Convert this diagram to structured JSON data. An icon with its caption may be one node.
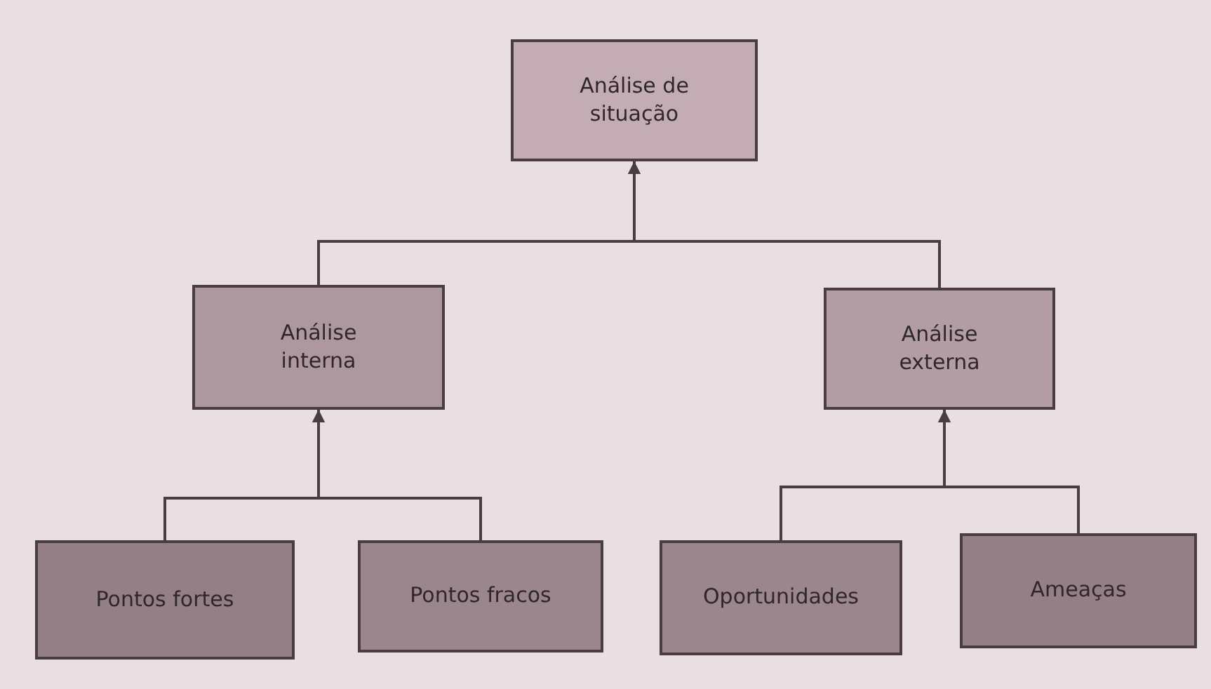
{
  "diagram": {
    "nodes": [
      {
        "text": [
          "Análise de situação"
        ]
      },
      {
        "text": [
          "Análise interna"
        ]
      },
      {
        "text": [
          "Análise externa"
        ]
      },
      {
        "text": [
          "Pontos fortes"
        ]
      },
      {
        "text": [
          "Pontos fracos"
        ]
      },
      {
        "text": [
          "Oportunidades"
        ]
      },
      {
        "text": [
          "Ameaças"
        ]
      }
    ],
    "edges": [
      {
        "from": 1,
        "to": 0,
        "arrow": "to"
      },
      {
        "from": 2,
        "to": 0,
        "arrow": "to"
      },
      {
        "from": 3,
        "to": 1,
        "arrow": "to"
      },
      {
        "from": 4,
        "to": 1,
        "arrow": "to"
      },
      {
        "from": 5,
        "to": 2,
        "arrow": "to"
      },
      {
        "from": 6,
        "to": 2,
        "arrow": "to"
      }
    ]
  }
}
